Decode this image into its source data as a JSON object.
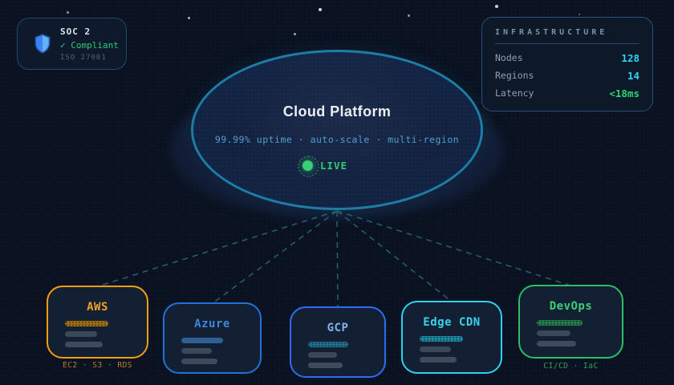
{
  "compliance_badge": {
    "title": "SOC 2",
    "status": "✓ Compliant",
    "certification": "ISO 27001"
  },
  "infrastructure_panel": {
    "title": "INFRASTRUCTURE",
    "rows": [
      {
        "label": "Nodes",
        "value": "128"
      },
      {
        "label": "Regions",
        "value": "14"
      },
      {
        "label": "Latency",
        "value": "<18ms"
      }
    ]
  },
  "platform": {
    "title": "Cloud Platform",
    "subtitle": "99.99% uptime · auto-scale · multi-region",
    "status_label": "LIVE"
  },
  "services": [
    {
      "name": "AWS",
      "caption": "EC2 · S3 · RDS",
      "accent": "#f59e0b"
    },
    {
      "name": "Azure",
      "caption": "",
      "accent": "#2272d8"
    },
    {
      "name": "GCP",
      "caption": "",
      "accent": "#2e6df2"
    },
    {
      "name": "Edge CDN",
      "caption": "",
      "accent": "#2cd3ee"
    },
    {
      "name": "DevOps",
      "caption": "CI/CD · IaC",
      "accent": "#2dbd63"
    }
  ],
  "colors": {
    "background": "#0a1120",
    "node_fill": "#13203a",
    "ellipse_border": "#1d7da6",
    "connector": "#2e6f80",
    "value_cyan": "#2fd4f0",
    "value_green": "#2ad474",
    "live_green": "#2ecc71"
  }
}
